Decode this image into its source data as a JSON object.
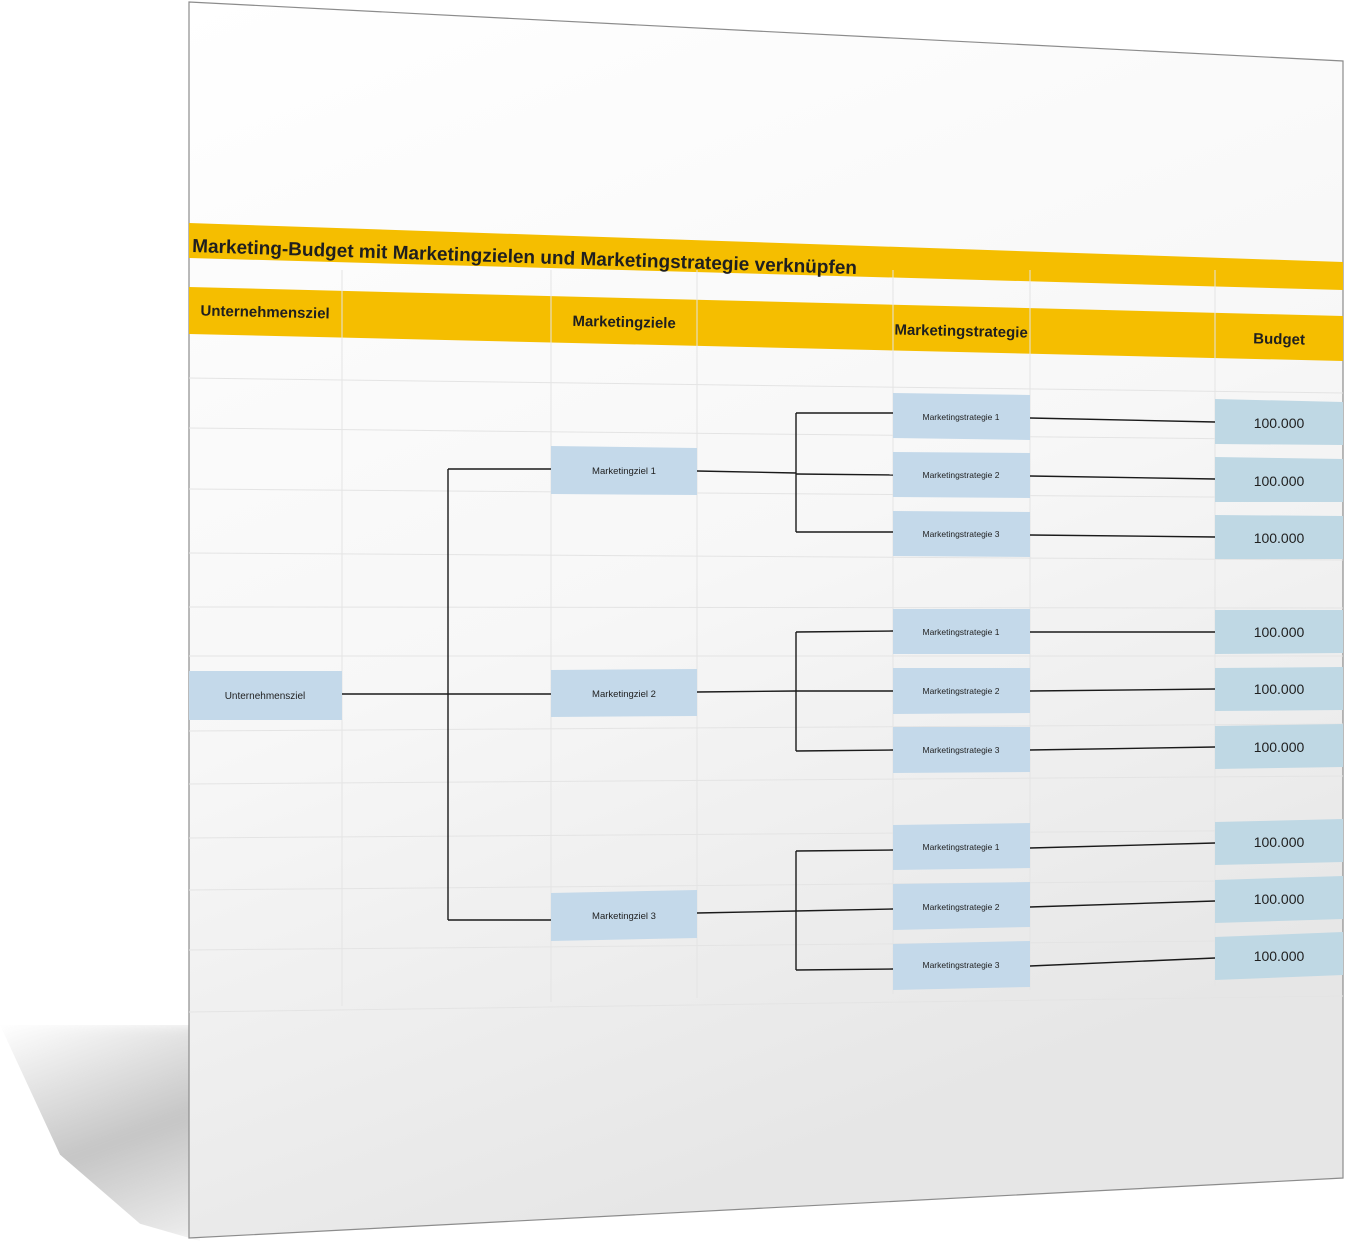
{
  "title": "Marketing-Budget mit Marketingzielen und Marketingstrategie verknüpfen",
  "headers": {
    "unternehmensziel": "Unternehmensziel",
    "marketingziele": "Marketingziele",
    "marketingstrategie": "Marketingstrategie",
    "budget": "Budget"
  },
  "root": {
    "label": "Unternehmensziel"
  },
  "goals": [
    {
      "label": "Marketingziel 1",
      "strategies": [
        {
          "label": "Marketingstrategie 1",
          "budget": "100.000"
        },
        {
          "label": "Marketingstrategie 2",
          "budget": "100.000"
        },
        {
          "label": "Marketingstrategie 3",
          "budget": "100.000"
        }
      ]
    },
    {
      "label": "Marketingziel 2",
      "strategies": [
        {
          "label": "Marketingstrategie 1",
          "budget": "100.000"
        },
        {
          "label": "Marketingstrategie 2",
          "budget": "100.000"
        },
        {
          "label": "Marketingstrategie 3",
          "budget": "100.000"
        }
      ]
    },
    {
      "label": "Marketingziel 3",
      "strategies": [
        {
          "label": "Marketingstrategie 1",
          "budget": "100.000"
        },
        {
          "label": "Marketingstrategie 2",
          "budget": "100.000"
        },
        {
          "label": "Marketingstrategie 3",
          "budget": "100.000"
        }
      ]
    }
  ],
  "colors": {
    "banner": "#f5be00",
    "node_fill": "#c4d9ea",
    "budget_fill": "#bfd8e4",
    "connector": "#1a1a1a"
  }
}
